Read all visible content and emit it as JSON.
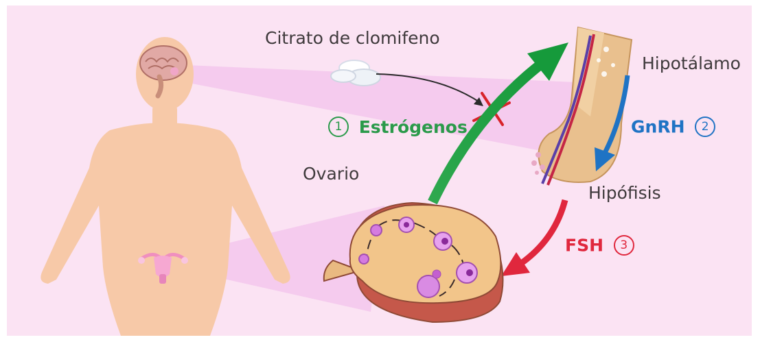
{
  "labels": {
    "drug": "Citrato de clomifeno",
    "hypothalamus": "Hipotálamo",
    "pituitary": "Hipófisis",
    "ovary": "Ovario",
    "estrogens": "Estrógenos",
    "gnrh": "GnRH",
    "fsh": "FSH"
  },
  "steps": {
    "estrogens_number": "1",
    "gnrh_number": "2",
    "fsh_number": "3"
  },
  "colors": {
    "background": "#fbe3f3",
    "estrogens_arrow": "#2a9a4a",
    "gnrh_arrow": "#1f73c4",
    "fsh_arrow": "#e0273d",
    "blocked_mark": "#d8232a"
  }
}
